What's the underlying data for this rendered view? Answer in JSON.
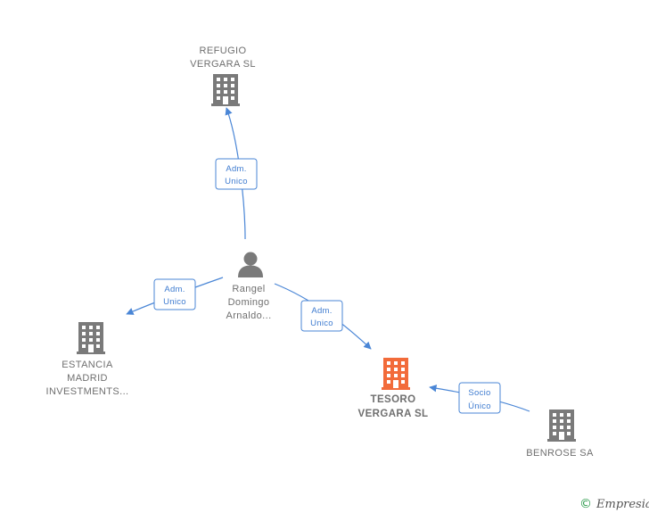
{
  "nodes": {
    "refugio": {
      "label_lines": [
        "REFUGIO",
        "VERGARA  SL"
      ],
      "icon": "building-icon",
      "color": "#7a7a7a"
    },
    "rangel": {
      "label_lines": [
        "Rangel",
        "Domingo",
        "Arnaldo..."
      ],
      "icon": "person-icon",
      "color": "#7a7a7a"
    },
    "estancia": {
      "label_lines": [
        "ESTANCIA",
        "MADRID",
        "INVESTMENTS..."
      ],
      "icon": "building-icon",
      "color": "#7a7a7a"
    },
    "tesoro": {
      "label_lines": [
        "TESORO",
        "VERGARA  SL"
      ],
      "icon": "building-icon",
      "color": "#f26b3a"
    },
    "benrose": {
      "label_lines": [
        "BENROSE SA"
      ],
      "icon": "building-icon",
      "color": "#7a7a7a"
    }
  },
  "edges": [
    {
      "id": "rangel-refugio",
      "label_lines": [
        "Adm.",
        "Unico"
      ]
    },
    {
      "id": "rangel-estancia",
      "label_lines": [
        "Adm.",
        "Unico"
      ]
    },
    {
      "id": "rangel-tesoro",
      "label_lines": [
        "Adm.",
        "Unico"
      ]
    },
    {
      "id": "benrose-tesoro",
      "label_lines": [
        "Socio",
        "Único"
      ]
    }
  ],
  "footer": {
    "copyright_symbol": "©",
    "brand": "Empresia"
  },
  "colors": {
    "edge": "#4a86d6",
    "focus": "#f26b3a",
    "node": "#7a7a7a"
  }
}
